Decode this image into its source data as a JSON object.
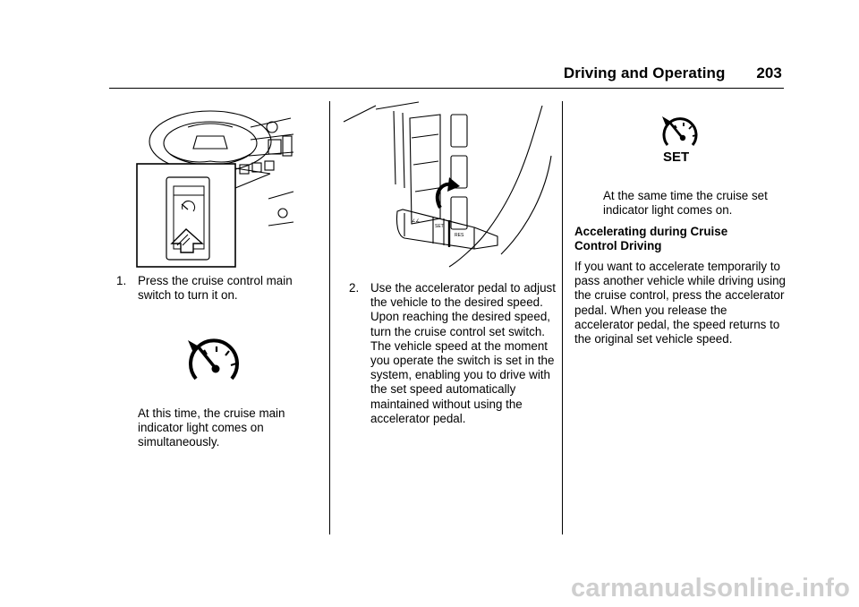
{
  "header": {
    "section_title": "Driving and Operating",
    "page_number": "203"
  },
  "column1": {
    "step1_number": "1.",
    "step1_text": "Press the cruise control main switch to turn it on.",
    "indicator_note": "At this time, the cruise main indicator light comes on simultaneously."
  },
  "column2": {
    "step2_number": "2.",
    "step2_text": "Use the accelerator pedal to adjust the vehicle to the desired speed. Upon reaching the desired speed, turn the cruise control set switch. The vehicle speed at the moment you operate the switch is set in the system, enabling you to drive with the set speed automatically maintained without using the accelerator pedal."
  },
  "column3": {
    "set_icon_label": "SET",
    "set_note": "At the same time the cruise set indicator light comes on.",
    "heading": "Accelerating during Cruise Control Driving",
    "paragraph": "If you want to accelerate temporarily to pass another vehicle while driving using the cruise control, press the accelerator pedal. When you release the accelerator pedal, the speed returns to the original set vehicle speed."
  },
  "watermark": "carmanualsonline.info"
}
